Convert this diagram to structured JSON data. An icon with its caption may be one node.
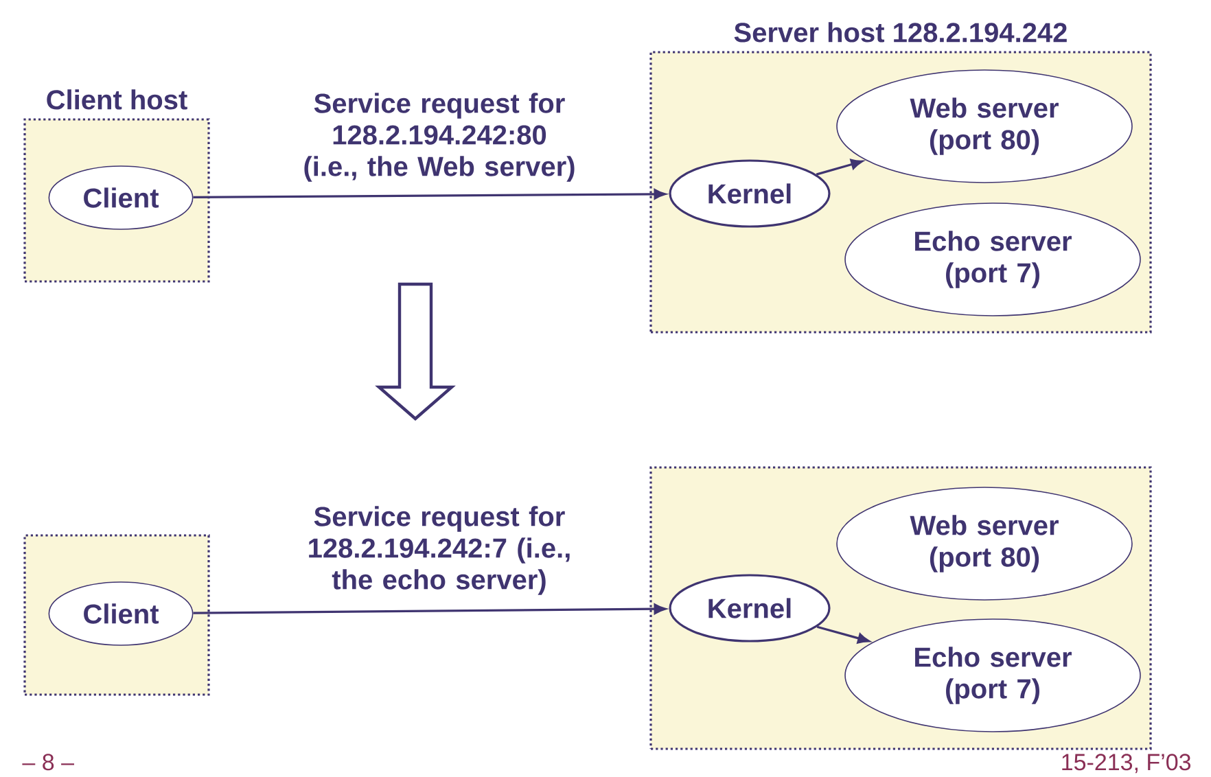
{
  "diagram": {
    "nodes": [
      {
        "text": [
          "Client host"
        ]
      },
      {
        "text": [
          "Client"
        ],
        "in": 0
      },
      {
        "text": [
          "Server host 128.2.194.242"
        ]
      },
      {
        "text": [
          "Kernel"
        ],
        "in": 2
      },
      {
        "text": [
          "Web server (port 80)"
        ],
        "in": 2
      },
      {
        "text": [
          "Echo server (port 7)"
        ],
        "in": 2
      },
      {
        "text": [],
        "shape": "box"
      },
      {
        "text": [
          "Client"
        ],
        "in": 6
      },
      {
        "text": [],
        "shape": "box"
      },
      {
        "text": [
          "Kernel"
        ],
        "in": 8
      },
      {
        "text": [
          "Web server (port 80)"
        ],
        "in": 8
      },
      {
        "text": [
          "Echo server (port 7)"
        ],
        "in": 8
      }
    ],
    "edges": [
      {
        "from": 1,
        "to": 3,
        "arrow": "to",
        "label": "Service request for 128.2.194.242:80 (i.e., the Web server)"
      },
      {
        "from": 3,
        "to": 4,
        "arrow": "to"
      },
      {
        "from": 7,
        "to": 9,
        "arrow": "to",
        "label": "Service request for 128.2.194.242:7 (i.e., the echo server)"
      },
      {
        "from": 9,
        "to": 11,
        "arrow": "to"
      }
    ],
    "labels": [
      "– 8 –",
      "15-213, F’03"
    ]
  }
}
